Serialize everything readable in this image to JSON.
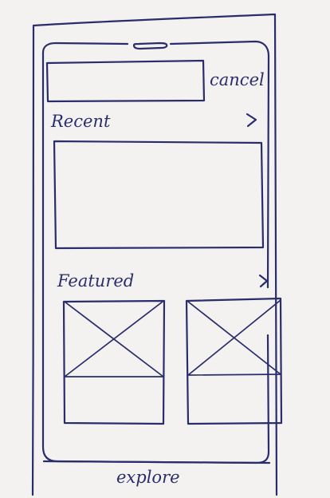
{
  "search": {
    "value": "",
    "cancel_label": "cancel"
  },
  "recent": {
    "title": "Recent",
    "more_icon": "chevron-right-icon"
  },
  "featured": {
    "title": "Featured",
    "more_icon": "chevron-right-icon"
  },
  "bottom_bar": {
    "label": "explore"
  },
  "colors": {
    "ink": "#2a2d6b",
    "paper": "#f3f2f0"
  }
}
